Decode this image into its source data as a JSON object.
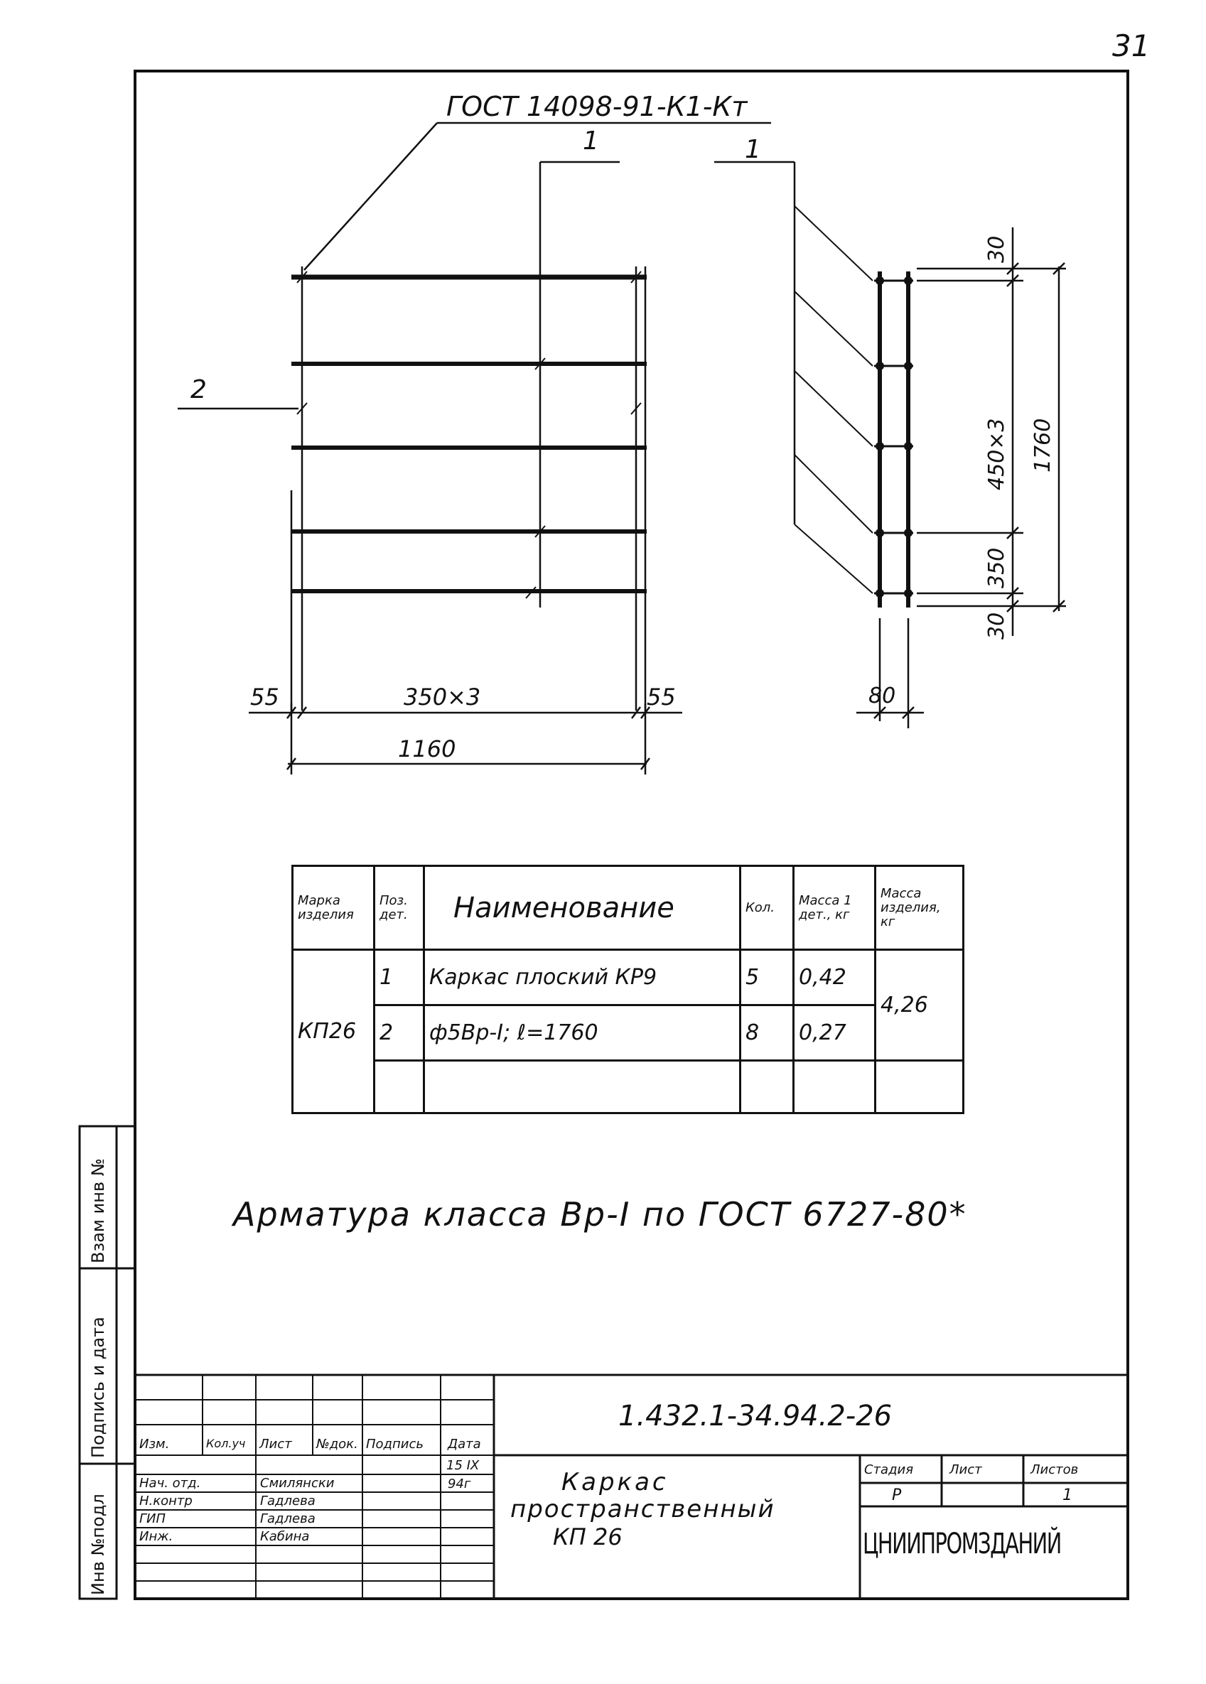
{
  "page_number": "31",
  "drawing": {
    "gost_label": "ГОСТ 14098-91-К1-Кт",
    "section_mark_top": "1",
    "section_mark_right": "1",
    "position_2": "2",
    "dim_left_55": "55",
    "dim_span": "350×3",
    "dim_right_55": "55",
    "dim_total_width": "1160",
    "dim_30_top": "30",
    "dim_450x3": "450×3",
    "dim_1760": "1760",
    "dim_350": "350",
    "dim_30_bottom": "30",
    "dim_80": "80"
  },
  "spec_table": {
    "headers": {
      "mark": "Марка изделия",
      "pos": "Поз. дет.",
      "name": "Наименование",
      "qty": "Кол.",
      "mass_part": "Масса 1 дет., кг",
      "mass_item": "Масса изделия, кг"
    },
    "mark": "КП26",
    "rows": [
      {
        "pos": "1",
        "name": "Каркас плоский КР9",
        "qty": "5",
        "mass": "0,42"
      },
      {
        "pos": "2",
        "name": "ф5Вр-I; ℓ=1760",
        "qty": "8",
        "mass": "0,27"
      }
    ],
    "mass_item": "4,26"
  },
  "note": "Арматура класса Вр-I по ГОСТ 6727-80*",
  "side_stamp": {
    "vzam": "Взам инв №",
    "podpis": "Подпись и дата",
    "inv": "Инв №подл"
  },
  "title_block": {
    "doc_code": "1.432.1-34.94.2-26",
    "col_headers": [
      "Изм.",
      "Кол.уч",
      "Лист",
      "№док.",
      "Подпись",
      "Дата"
    ],
    "roles": [
      {
        "role": "Нач. отд.",
        "name": "Смилянски"
      },
      {
        "role": "Н.контр",
        "name": "Гадлева"
      },
      {
        "role": "ГИП",
        "name": "Гадлева"
      },
      {
        "role": "Инж.",
        "name": "Кабина"
      }
    ],
    "date_line1": "15 IX",
    "date_line2": "94г",
    "title_line1": "Каркас",
    "title_line2": "пространственный",
    "title_line3": "КП 26",
    "stage_label": "Стадия",
    "sheet_label": "Лист",
    "sheets_label": "Листов",
    "stage_value": "Р",
    "sheets_value": "1",
    "org": "ЦНИИПРОМЗДАНИЙ"
  }
}
